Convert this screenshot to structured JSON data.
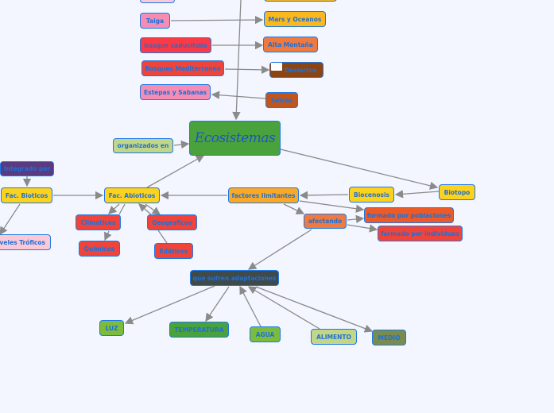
{
  "central": "Ecosistemas",
  "nodes": {
    "taiga": "Taiga",
    "mares": "Mars y Oceanos",
    "caducifolio": "bosque caducifolio",
    "alta": "Alta Montaña",
    "mediterraneo": "Bosques Mediterraneo",
    "desiertos": "Desiertos",
    "estepas": "Estepas y Sabanas",
    "selvas": "Selvas",
    "organizados": "organizados en",
    "integrado": "Integrado por",
    "bioticos": "Fac. Bioticos",
    "abioticos": "Fac. Abioticos",
    "limitantes": "factores limitantes",
    "biocenosis": "Biocenosis",
    "biotopo": "Biotopo",
    "afectando": "afectando",
    "poblaciones": "formado por poblaciones",
    "individuos": "formado por individuos",
    "niveles": "Niveles Tróficos",
    "climaticos": "Climaticos",
    "geograficos": "Geograficos",
    "quimicos": "Quimicos",
    "edaticos": "Edáticos",
    "adaptaciones": "que sufren adaptaciones",
    "luz": "LUZ",
    "temperatura": "TEMPERATURA",
    "agua": "AGUA",
    "alimento": "ALIMENTO",
    "medio": "MEDIO"
  },
  "colors": {
    "yellow": "#fcd21c",
    "red": "#f0443a",
    "pink": "#f48cb4",
    "green": "#4aa23c",
    "dark": "#3f4a4a"
  }
}
